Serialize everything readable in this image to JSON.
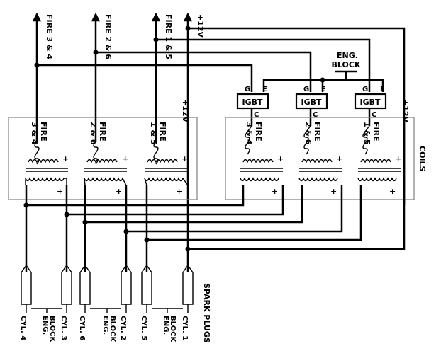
{
  "top_labels": [
    "FIRE 3 & 4",
    "FIRE 2 & 6",
    "FIRE 1 & 5",
    "+12V"
  ],
  "coil_labels": [
    "FIRE 3 & 4",
    "FIRE 2 & 6",
    "FIRE 1 & 5"
  ],
  "supply_label": "+12V",
  "coils_label": "COILS",
  "eng_block": "ENG. BLOCK",
  "eng_block_short": "ENG.\nBLOCK",
  "igbt": "IGBT",
  "pins": {
    "g": "G",
    "e": "E",
    "c": "C"
  },
  "plus": "+",
  "spark_plugs": "SPARK PLUGS",
  "cylinders": [
    "CYL. 4",
    "CYL. 3",
    "CYL. 6",
    "CYL. 2",
    "CYL. 5",
    "CYL. 1"
  ]
}
